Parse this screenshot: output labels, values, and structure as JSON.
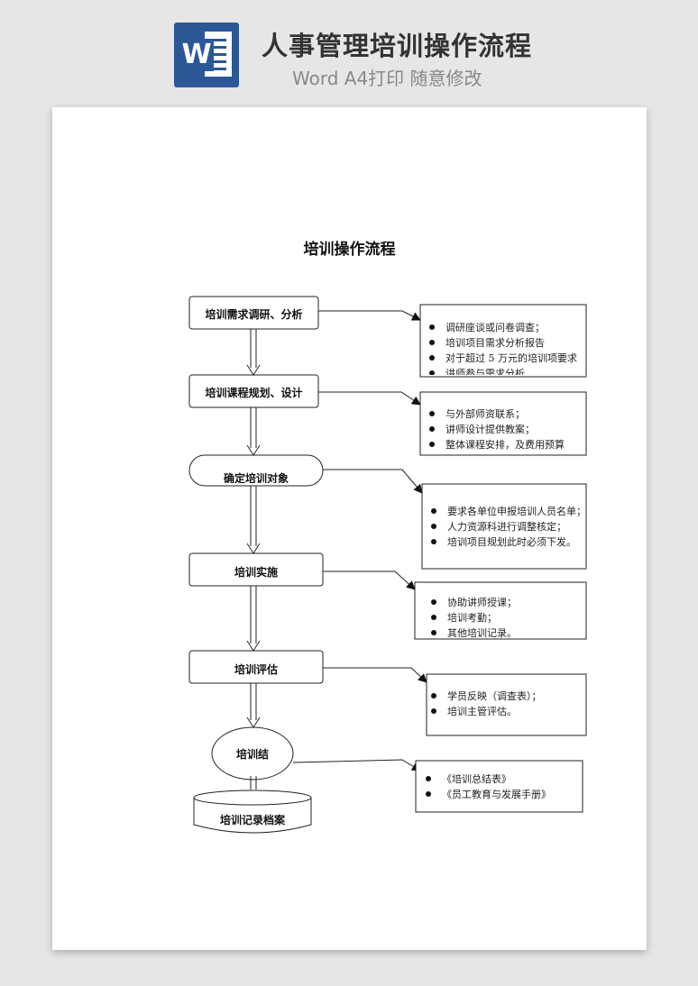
{
  "header": {
    "title": "人事管理培训操作流程",
    "subtitle": "Word A4打印 随意修改",
    "icon": "word-icon",
    "icon_letter": "W",
    "brand_color": "#2b5797"
  },
  "document": {
    "title": "培训操作流程",
    "steps": [
      {
        "label": "培训需求调研、分析"
      },
      {
        "label": "培训课程规划、设计"
      },
      {
        "label": "确定培训对象"
      },
      {
        "label": "培训实施"
      },
      {
        "label": "培训评估"
      },
      {
        "label": "培训结"
      },
      {
        "label": "培训记录档案"
      }
    ],
    "notes": [
      {
        "items": [
          "调研座谈或问卷调查；",
          "培训项目需求分析报告",
          "对于超过 5 万元的培训项要求",
          "讲师参与需求分析"
        ]
      },
      {
        "items": [
          "与外部师资联系；",
          "讲师设计提供教案；",
          "整体课程安排，及费用预算"
        ]
      },
      {
        "items": [
          "要求各单位申报培训人员名单；",
          "人力资源科进行调整核定；",
          "培训项目规划此时必须下发。"
        ]
      },
      {
        "items": [
          "协助讲师授课；",
          "培训考勤；",
          "其他培训记录。"
        ]
      },
      {
        "items": [
          "学员反映（调查表）；",
          "培训主管评估。"
        ]
      },
      {
        "items": [
          "《培训总结表》",
          "《员工教育与发展手册》"
        ]
      }
    ]
  }
}
